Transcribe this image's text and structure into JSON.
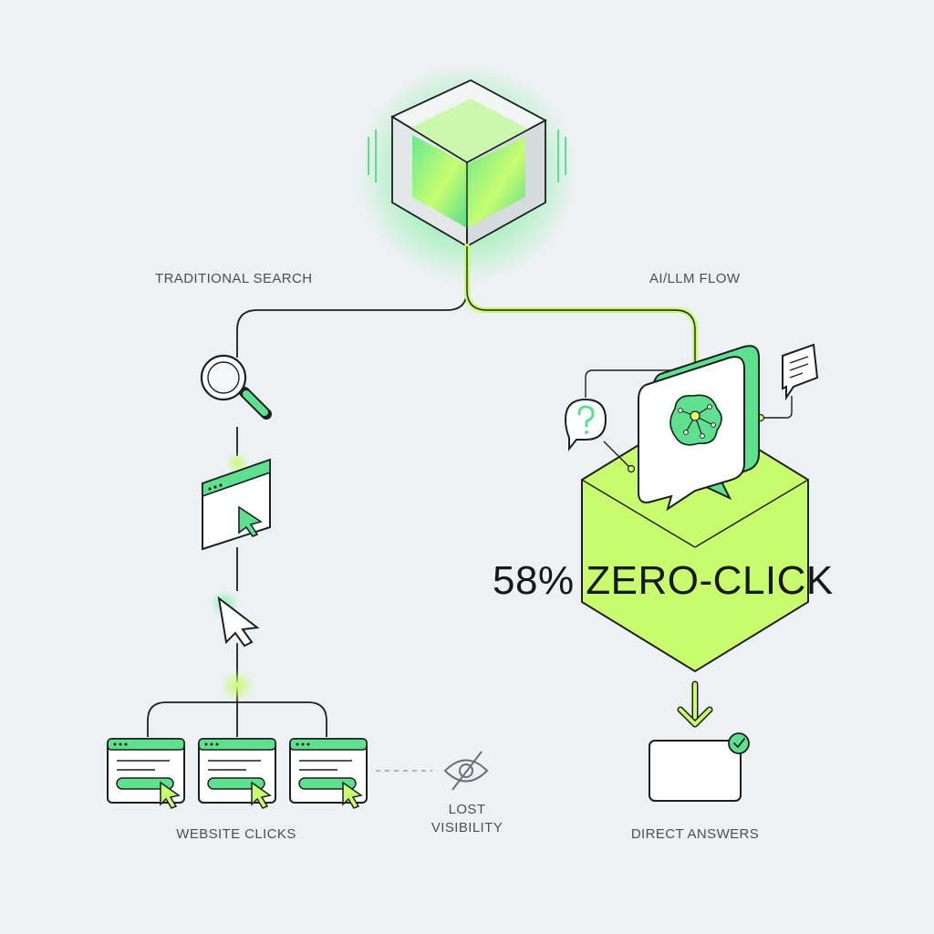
{
  "labels": {
    "traditional_search": "TRADITIONAL SEARCH",
    "ai_llm_flow": "AI/LLM FLOW",
    "website_clicks": "WEBSITE CLICKS",
    "lost_visibility": [
      "LOST",
      "VISIBILITY"
    ],
    "direct_answers": "DIRECT ANSWERS",
    "headline": "58% ZERO-CLICK"
  },
  "colors": {
    "background": "#eef1f4",
    "accent_lime": "#c8fb6e",
    "accent_green": "#5fe08f",
    "line": "#1c1f22",
    "text": "#4b4f55"
  },
  "icons": {
    "top": "glowing-cube-icon",
    "search": "magnifier-icon",
    "browser": "browser-window-cursor-icon",
    "cursor": "mouse-pointer-icon",
    "ai": "chat-bubble-brain-icon",
    "question": "question-bubble-icon",
    "message": "message-bubble-icon",
    "lost": "eye-slash-icon",
    "answer": "answer-card-check-icon",
    "down": "down-arrow-icon"
  }
}
